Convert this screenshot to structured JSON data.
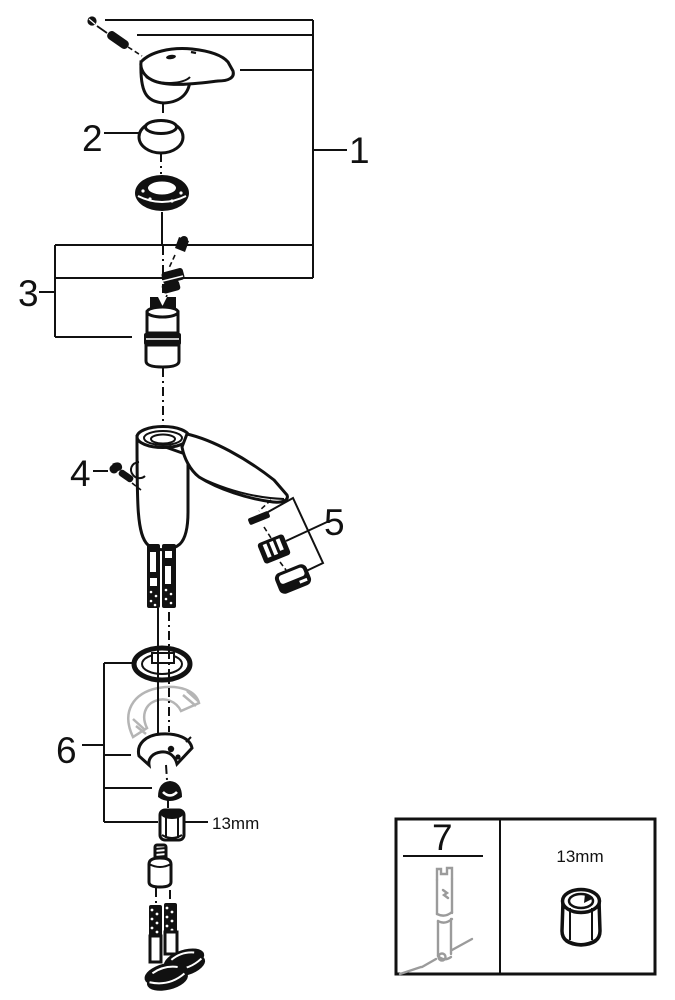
{
  "figure": {
    "background_color": "#ffffff",
    "ink_color": "#111111",
    "ghost_part_color": "#b5b5b5",
    "tool_color": "#9b9b9b",
    "callouts": {
      "1": "1",
      "2": "2",
      "3": "3",
      "4": "4",
      "5": "5",
      "6": "6",
      "7": "7"
    },
    "annotations": {
      "adapter_nut_size": "13mm",
      "toolbox_socket_size": "13mm"
    }
  }
}
